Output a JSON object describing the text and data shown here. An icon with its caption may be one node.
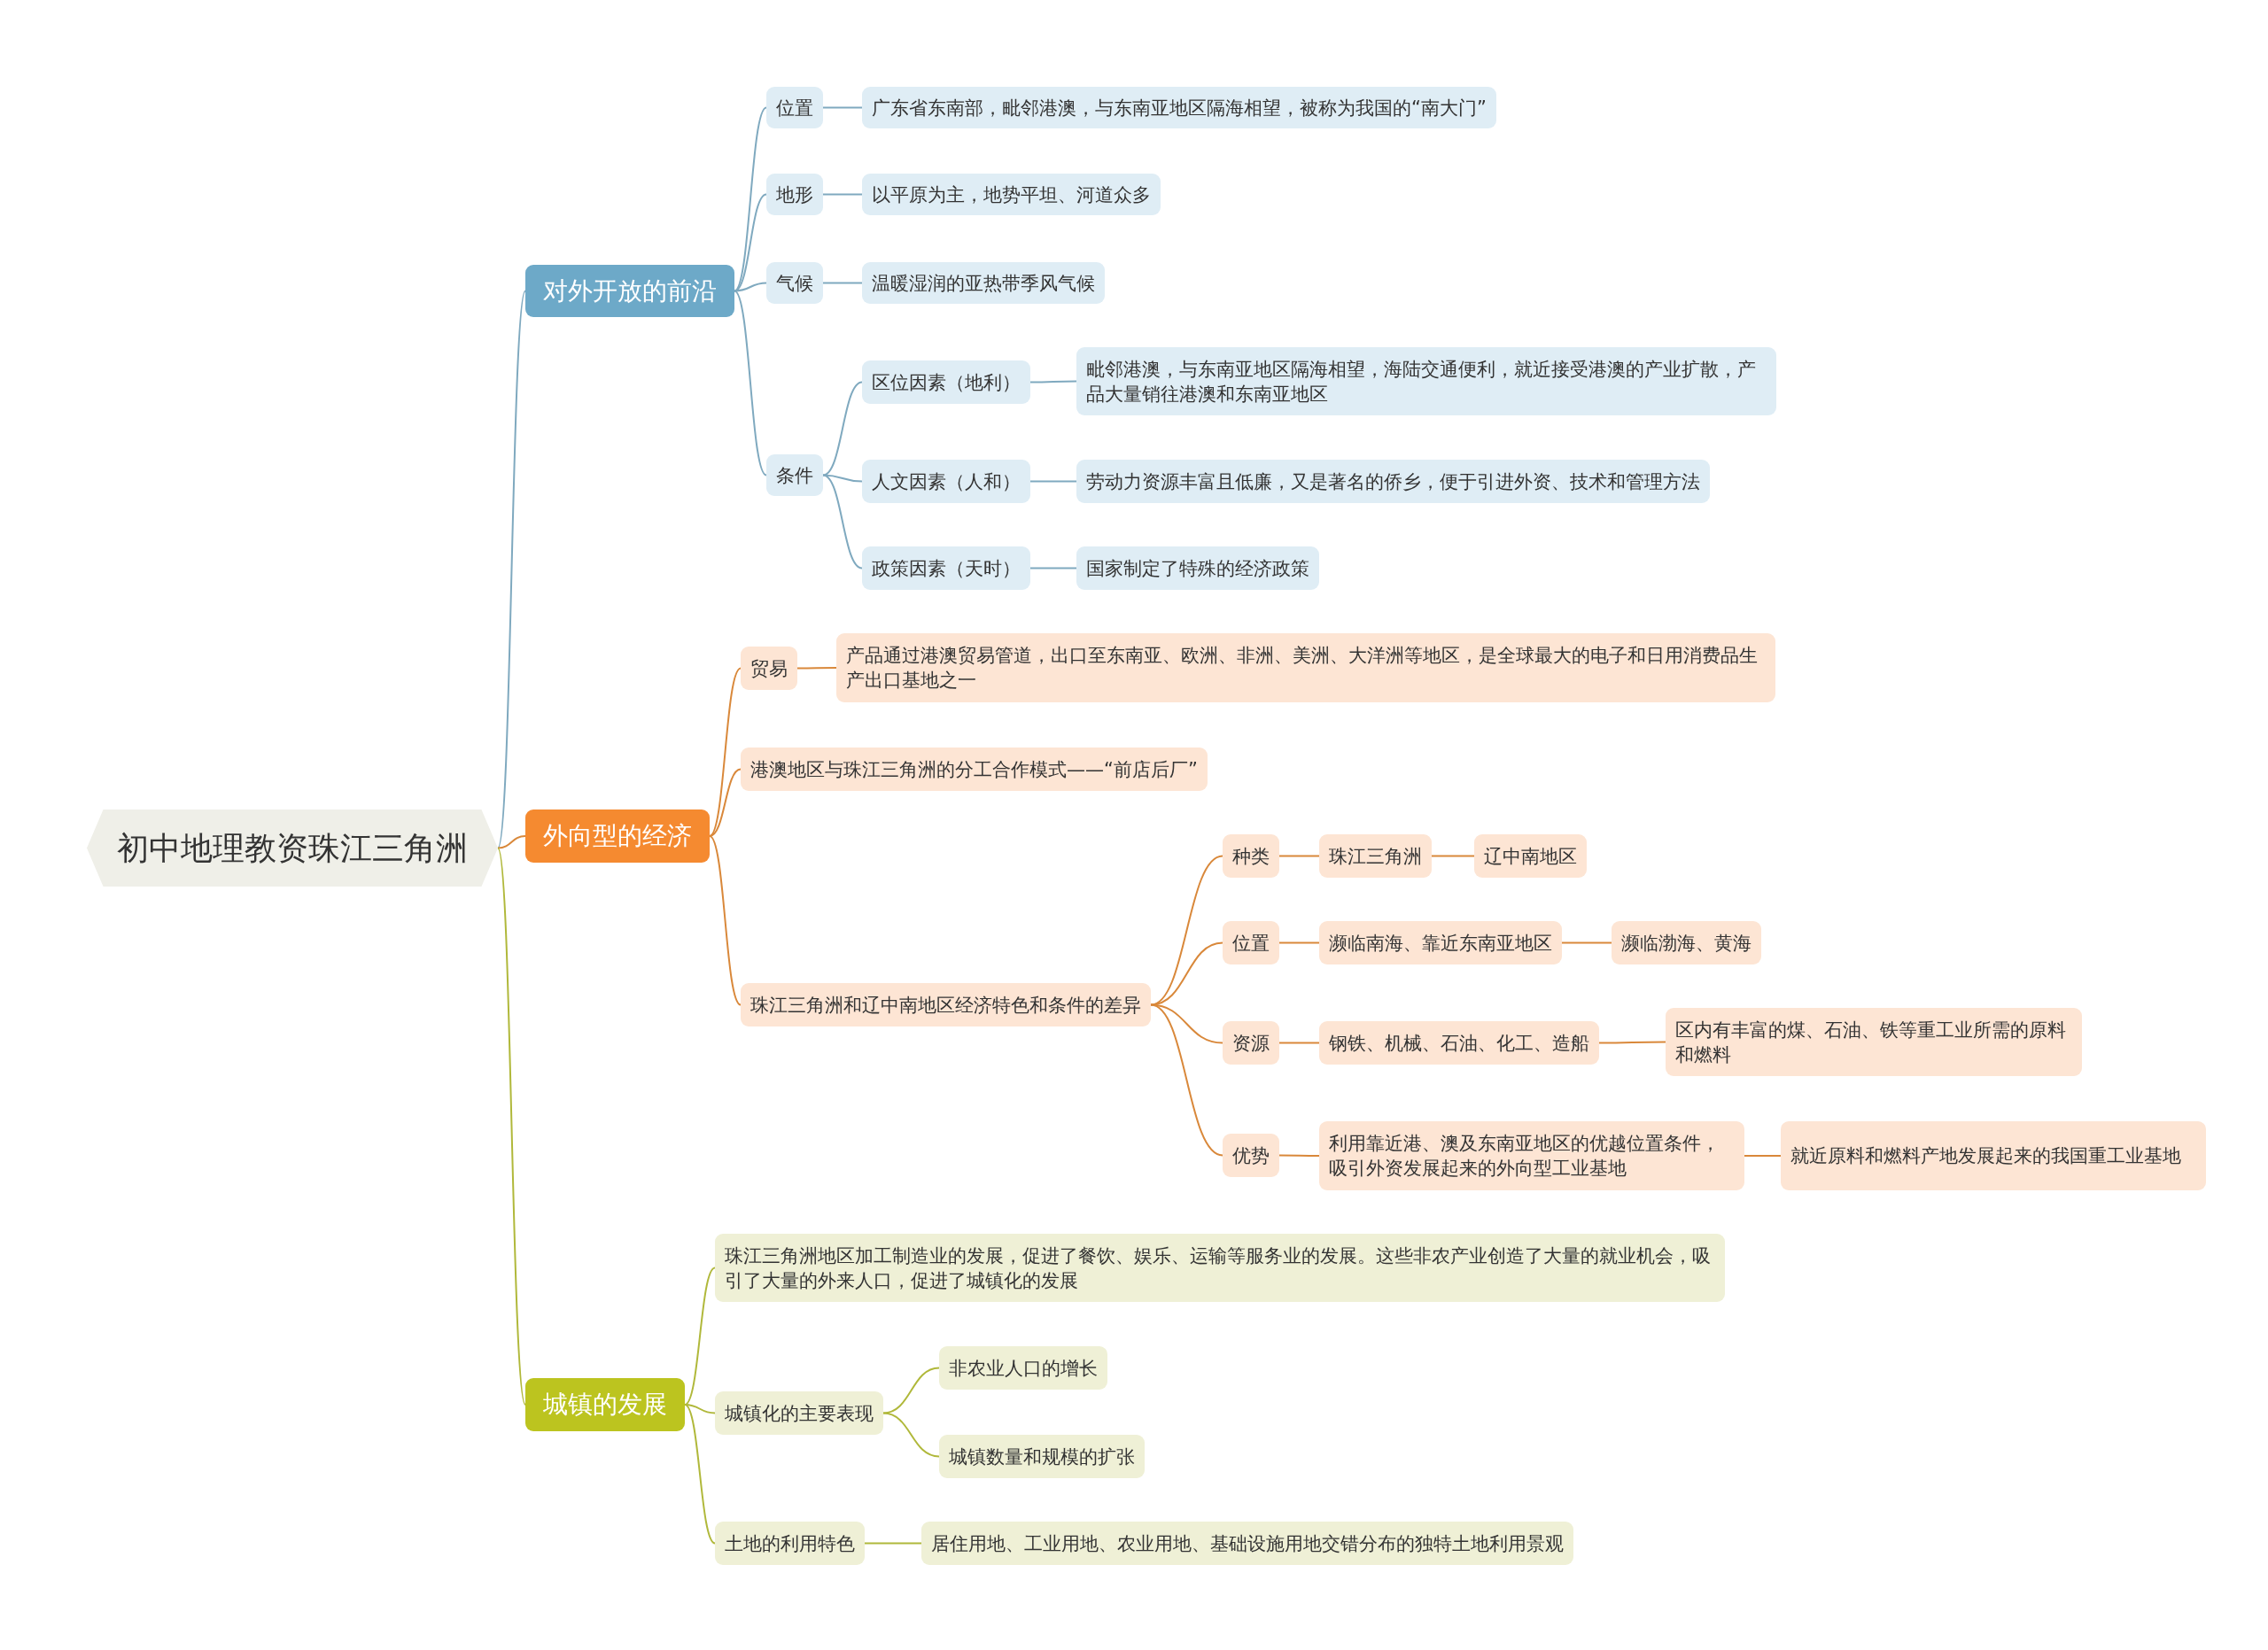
{
  "diagram": {
    "nodes": [
      {
        "text": [
          "初中地理教资珠江三角洲"
        ]
      },
      {
        "text": [
          "对外开放的前沿"
        ]
      },
      {
        "text": [
          "位置"
        ]
      },
      {
        "text": [
          "广东省东南部，毗邻港澳，与东南亚地区隔海相望，被称为我国的“南大门”"
        ]
      },
      {
        "text": [
          "地形"
        ]
      },
      {
        "text": [
          "以平原为主，地势平坦、河道众多"
        ]
      },
      {
        "text": [
          "气候"
        ]
      },
      {
        "text": [
          "温暖湿润的亚热带季风气候"
        ]
      },
      {
        "text": [
          "条件"
        ]
      },
      {
        "text": [
          "区位因素（地利）"
        ]
      },
      {
        "text": [
          "毗邻港澳，与东南亚地区隔海相望，海陆交通便利，就近接受港澳的产业扩散，产品大量销往港澳和东南亚地区"
        ]
      },
      {
        "text": [
          "人文因素（人和）"
        ]
      },
      {
        "text": [
          "劳动力资源丰富且低廉，又是著名的侨乡，便于引进外资、技术和管理方法"
        ]
      },
      {
        "text": [
          "政策因素（天时）"
        ]
      },
      {
        "text": [
          "国家制定了特殊的经济政策"
        ]
      },
      {
        "text": [
          "外向型的经济"
        ]
      },
      {
        "text": [
          "贸易"
        ]
      },
      {
        "text": [
          "产品通过港澳贸易管道，出口至东南亚、欧洲、非洲、美洲、大洋洲等地区，是全球最大的电子和日用消费品生产出口基地之一"
        ]
      },
      {
        "text": [
          "港澳地区与珠江三角洲的分工合作模式——“前店后厂”"
        ]
      },
      {
        "text": [
          "珠江三角洲和辽中南地区经济特色和条件的差异"
        ]
      },
      {
        "text": [
          "种类"
        ]
      },
      {
        "text": [
          "珠江三角洲"
        ]
      },
      {
        "text": [
          "辽中南地区"
        ]
      },
      {
        "text": [
          "位置"
        ]
      },
      {
        "text": [
          "濒临南海、靠近东南亚地区"
        ]
      },
      {
        "text": [
          "濒临渤海、黄海"
        ]
      },
      {
        "text": [
          "资源"
        ]
      },
      {
        "text": [
          "钢铁、机械、石油、化工、造船"
        ]
      },
      {
        "text": [
          "区内有丰富的煤、石油、铁等重工业所需的原料和燃料"
        ]
      },
      {
        "text": [
          "优势"
        ]
      },
      {
        "text": [
          "利用靠近港、澳及东南亚地区的优越位置条件，吸引外资发展起来的外向型工业基地"
        ]
      },
      {
        "text": [
          "就近原料和燃料产地发展起来的我国重工业基地"
        ]
      },
      {
        "text": [
          "城镇的发展"
        ]
      },
      {
        "text": [
          "珠江三角洲地区加工制造业的发展，促进了餐饮、娱乐、运输等服务业的发展。这些非农产业创造了大量的就业机会，吸引了大量的外来人口，促进了城镇化的发展"
        ]
      },
      {
        "text": [
          "城镇化的主要表现"
        ]
      },
      {
        "text": [
          "非农业人口的增长"
        ]
      },
      {
        "text": [
          "城镇数量和规模的扩张"
        ]
      },
      {
        "text": [
          "土地的利用特色"
        ]
      },
      {
        "text": [
          "居住用地、工业用地、农业用地、基础设施用地交错分布的独特土地利用景观"
        ]
      }
    ],
    "edges": [
      {
        "from": 0,
        "to": 1,
        "arrow": "none",
        "color": "#7fa9bf"
      },
      {
        "from": 0,
        "to": 15,
        "arrow": "none"
      },
      {
        "from": 0,
        "to": 32,
        "arrow": "none",
        "color": "#b0b83a"
      },
      {
        "from": 1,
        "to": 2,
        "arrow": "none",
        "color": "#7fa9bf"
      },
      {
        "from": 1,
        "to": 4,
        "arrow": "none",
        "color": "#7fa9bf"
      },
      {
        "from": 1,
        "to": 6,
        "arrow": "none",
        "color": "#7fa9bf"
      },
      {
        "from": 1,
        "to": 8,
        "arrow": "none",
        "color": "#7fa9bf"
      },
      {
        "from": 2,
        "to": 3,
        "arrow": "none",
        "color": "#7fa9bf"
      },
      {
        "from": 4,
        "to": 5,
        "arrow": "none",
        "color": "#7fa9bf"
      },
      {
        "from": 6,
        "to": 7,
        "arrow": "none",
        "color": "#7fa9bf"
      },
      {
        "from": 8,
        "to": 9,
        "arrow": "none",
        "color": "#7fa9bf"
      },
      {
        "from": 8,
        "to": 11,
        "arrow": "none",
        "color": "#7fa9bf"
      },
      {
        "from": 8,
        "to": 13,
        "arrow": "none",
        "color": "#7fa9bf"
      },
      {
        "from": 9,
        "to": 10,
        "arrow": "none",
        "color": "#7fa9bf"
      },
      {
        "from": 11,
        "to": 12,
        "arrow": "none",
        "color": "#7fa9bf"
      },
      {
        "from": 13,
        "to": 14,
        "arrow": "none",
        "color": "#7fa9bf"
      },
      {
        "from": 15,
        "to": 16,
        "arrow": "none"
      },
      {
        "from": 15,
        "to": 18,
        "arrow": "none"
      },
      {
        "from": 15,
        "to": 19,
        "arrow": "none"
      },
      {
        "from": 16,
        "to": 17,
        "arrow": "none"
      },
      {
        "from": 19,
        "to": 20,
        "arrow": "none"
      },
      {
        "from": 19,
        "to": 23,
        "arrow": "none"
      },
      {
        "from": 19,
        "to": 26,
        "arrow": "none"
      },
      {
        "from": 19,
        "to": 29,
        "arrow": "none"
      },
      {
        "from": 20,
        "to": 21,
        "arrow": "none"
      },
      {
        "from": 21,
        "to": 22,
        "arrow": "none"
      },
      {
        "from": 23,
        "to": 24,
        "arrow": "none"
      },
      {
        "from": 24,
        "to": 25,
        "arrow": "none"
      },
      {
        "from": 26,
        "to": 27,
        "arrow": "none"
      },
      {
        "from": 27,
        "to": 28,
        "arrow": "none"
      },
      {
        "from": 29,
        "to": 30,
        "arrow": "none"
      },
      {
        "from": 30,
        "to": 31,
        "arrow": "none"
      },
      {
        "from": 32,
        "to": 33,
        "arrow": "none",
        "color": "#b0b83a"
      },
      {
        "from": 32,
        "to": 34,
        "arrow": "none",
        "color": "#b0b83a"
      },
      {
        "from": 32,
        "to": 37,
        "arrow": "none",
        "color": "#b0b83a"
      },
      {
        "from": 34,
        "to": 35,
        "arrow": "none",
        "color": "#b0b83a"
      },
      {
        "from": 34,
        "to": 36,
        "arrow": "none",
        "color": "#b0b83a"
      },
      {
        "from": 37,
        "to": 38,
        "arrow": "none",
        "color": "#b0b83a"
      }
    ]
  }
}
